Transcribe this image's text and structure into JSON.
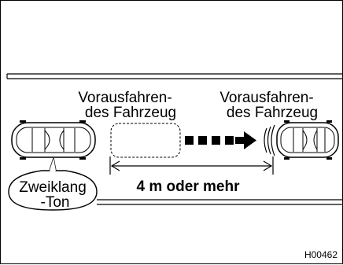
{
  "labels": {
    "vehicle_left_line1": "Vorausfahren-",
    "vehicle_left_line2": "des Fahrzeug",
    "vehicle_right_line1": "Vorausfahren-",
    "vehicle_right_line2": "des Fahrzeug",
    "distance": "4 m oder mehr",
    "bubble_line1": "Zweiklang",
    "bubble_line2": "-Ton",
    "figure_code": "H00462"
  }
}
